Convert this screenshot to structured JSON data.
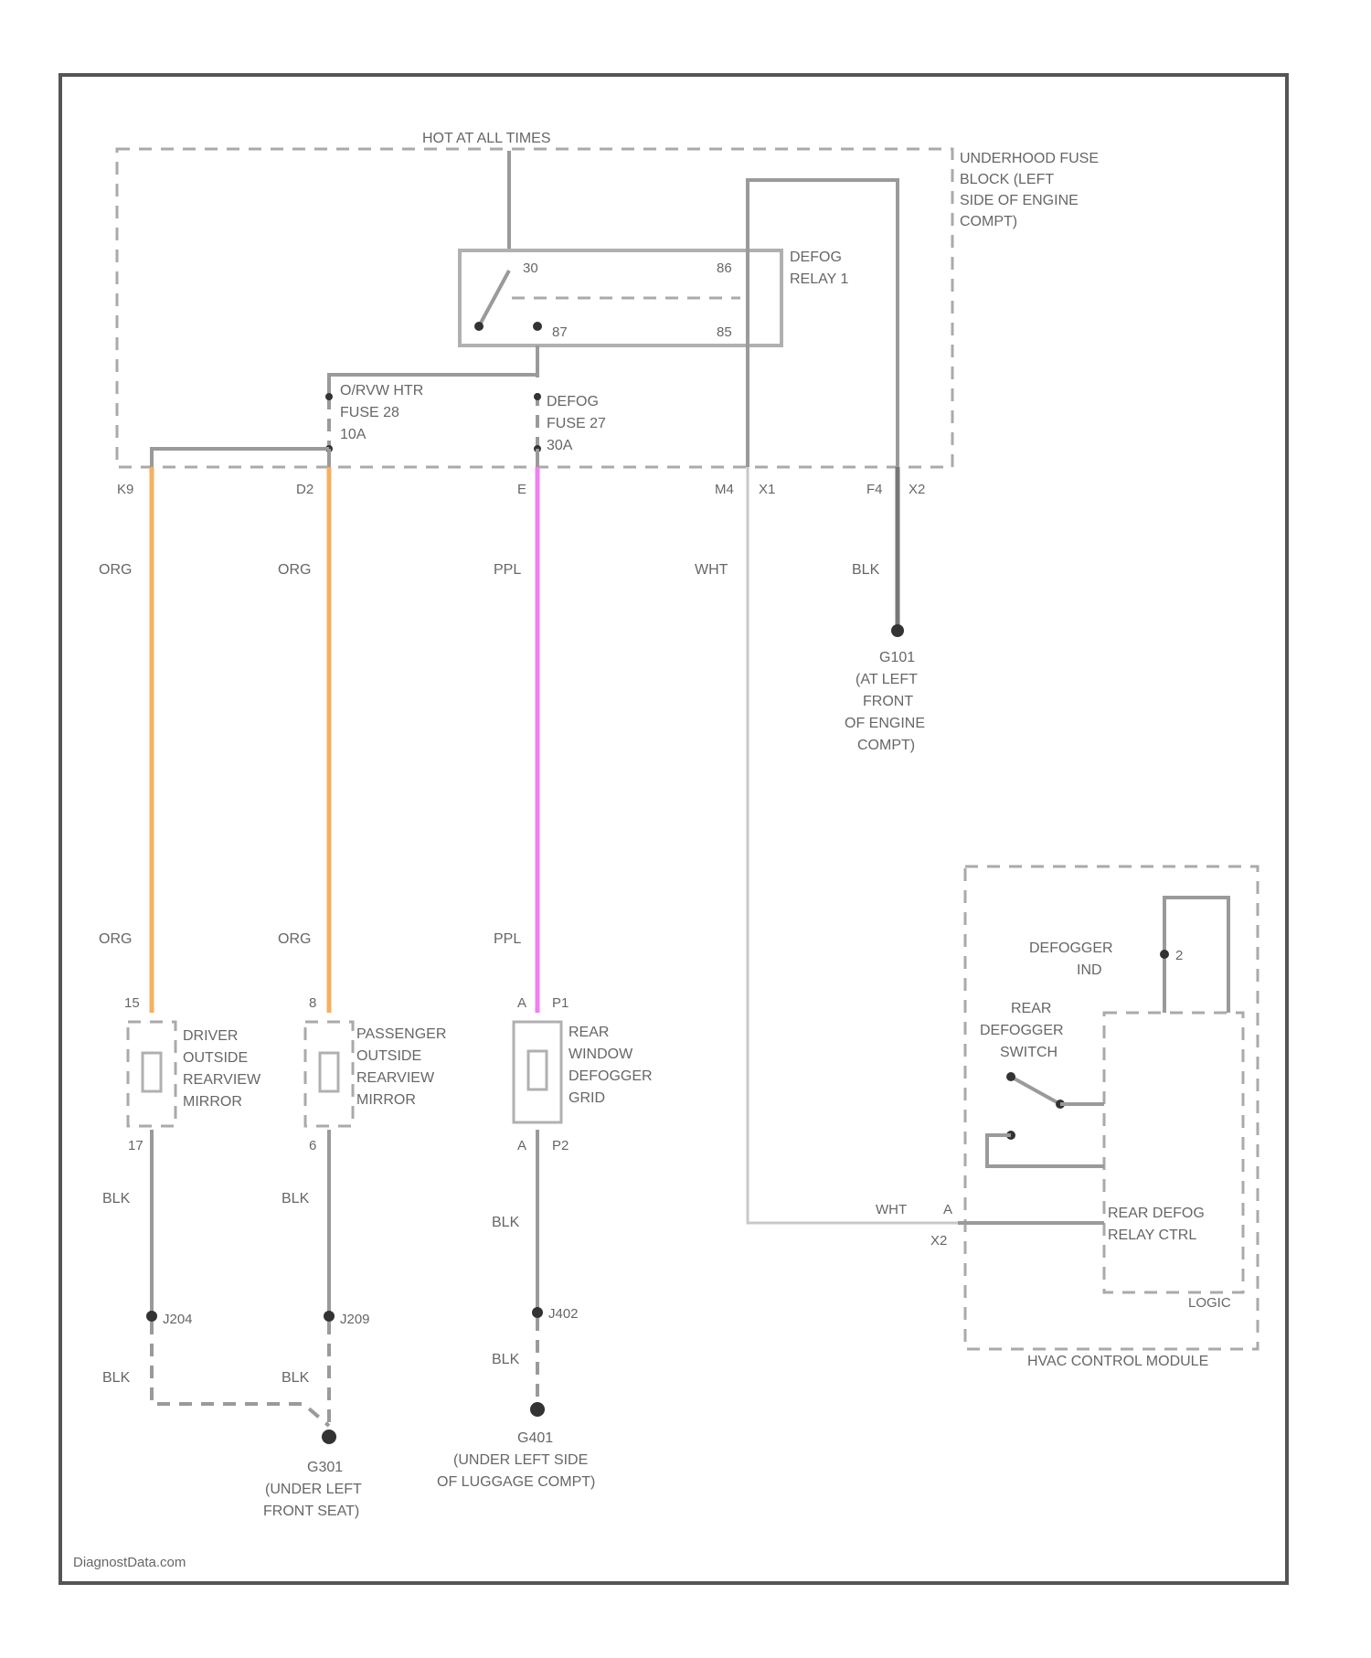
{
  "colors": {
    "orange_wire": "#f5b060",
    "purple_wire": "#f080f0",
    "black_wire": "#777777",
    "white_wire": "#c8c8c8"
  },
  "labels": {
    "hot_at_all_times": "HOT AT ALL TIMES",
    "fuse_block": [
      "UNDERHOOD FUSE",
      "BLOCK (LEFT",
      "SIDE OF ENGINE",
      "COMPT)"
    ],
    "relay": [
      "DEFOG",
      "RELAY 1"
    ],
    "relay_pins": {
      "p30": "30",
      "p86": "86",
      "p87": "87",
      "p85": "85"
    },
    "mirror_fuse": [
      "O/RVW HTR",
      "FUSE 28",
      "10A"
    ],
    "defog_fuse": [
      "DEFOG",
      "FUSE 27",
      "30A"
    ],
    "connector_pins": {
      "c1": "K9",
      "c2": "D2",
      "c3": "E",
      "c4": "M4",
      "c4b": "X1",
      "c5": "F4",
      "c5b": "X2"
    },
    "wire_colors_top": [
      "ORG",
      "ORG",
      "PPL",
      "WHT",
      "BLK"
    ],
    "wire_colors_mid": [
      "ORG",
      "ORG",
      "PPL"
    ],
    "wire_colors_bottom": [
      "BLK",
      "BLK",
      "BLK"
    ],
    "wire_colors_splice": [
      "BLK",
      "BLK",
      "BLK"
    ],
    "ground_engine": [
      "G101",
      "(AT LEFT",
      "FRONT",
      "OF ENGINE",
      "COMPT)"
    ],
    "driver_mirror": [
      "DRIVER",
      "OUTSIDE",
      "REARVIEW",
      "MIRROR"
    ],
    "driver_pins": {
      "top": "15",
      "bottom": "17"
    },
    "passenger_mirror": [
      "PASSENGER",
      "OUTSIDE",
      "REARVIEW",
      "MIRROR"
    ],
    "passenger_pins": {
      "top": "8",
      "bottom": "6"
    },
    "rear_defogger": [
      "REAR",
      "WINDOW",
      "DEFOGGER",
      "GRID"
    ],
    "rear_pins": {
      "top": "A",
      "top2": "P1",
      "bottom": "A",
      "bottom2": "P2"
    },
    "splices": {
      "s1": "J204",
      "s2": "J209",
      "s3": "J402"
    },
    "ground_seat": [
      "G301",
      "(UNDER LEFT",
      "FRONT SEAT)"
    ],
    "ground_luggage": [
      "G401",
      "(UNDER LEFT SIDE",
      "OF LUGGAGE COMPT)"
    ],
    "hvac": {
      "defogger_ind": [
        "DEFOGGER",
        "IND"
      ],
      "ind_pin": "2",
      "switch": [
        "REAR",
        "DEFOGGER",
        "SWITCH"
      ],
      "wht": "WHT",
      "pin_a": "A",
      "pin_x2": "X2",
      "relay_ctrl": [
        "REAR DEFOG",
        "RELAY CTRL"
      ],
      "logic": "LOGIC",
      "module": "HVAC CONTROL MODULE"
    },
    "watermark": "DiagnostData.com"
  }
}
